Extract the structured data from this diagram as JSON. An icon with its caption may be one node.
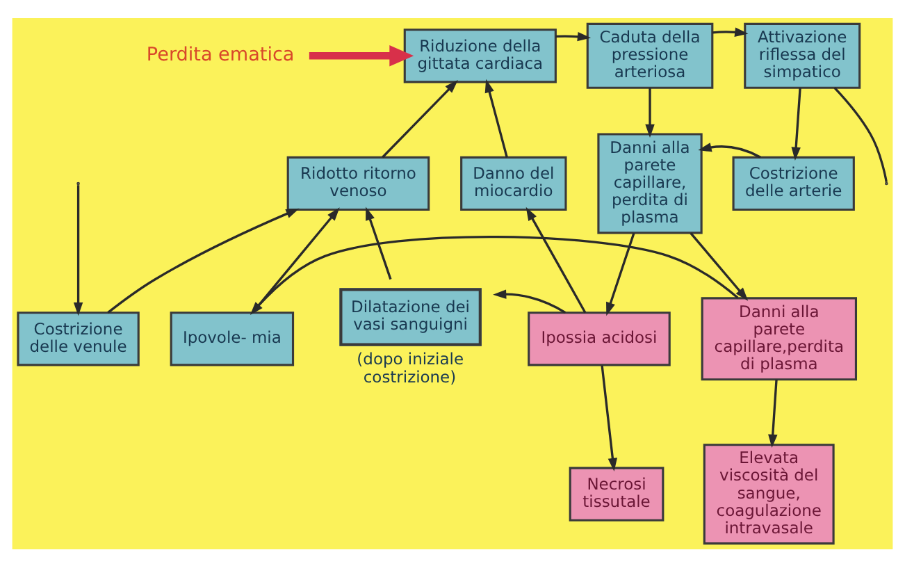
{
  "diagram": {
    "nodes": [
      {
        "text": [
          "Perdita ematica"
        ]
      },
      {
        "text": [
          "Riduzione della gittata cardiaca"
        ]
      },
      {
        "text": [
          "Caduta della pressione arteriosa"
        ]
      },
      {
        "text": [
          "Attivazione riflessa del simpatico"
        ]
      },
      {
        "text": [
          "Ridotto ritorno venoso"
        ]
      },
      {
        "text": [
          "Danno del miocardio"
        ]
      },
      {
        "text": [
          "Danni alla parete capillare, perdita di plasma"
        ]
      },
      {
        "text": [
          "Costrizione delle arterie"
        ]
      },
      {
        "text": [
          "Costrizione delle venule"
        ]
      },
      {
        "text": [
          "Ipovole- mia"
        ]
      },
      {
        "text": [
          "Dilatazione dei vasi sanguigni"
        ],
        "beside": [
          "(dopo iniziale costrizione)"
        ]
      },
      {
        "text": [
          "Ipossia acidosi"
        ]
      },
      {
        "text": [
          "Danni alla parete capillare,perdita di plasma"
        ]
      },
      {
        "text": [
          "Necrosi tissutale"
        ]
      },
      {
        "text": [
          "Elevata viscosità del sangue, coagulazione intravasale"
        ]
      }
    ],
    "edges": [
      {
        "from": 0,
        "to": 1,
        "arrow": "to",
        "style": "thick",
        "color": "#d8304a"
      },
      {
        "from": 1,
        "to": 2,
        "arrow": "to"
      },
      {
        "from": 2,
        "to": 3,
        "arrow": "to"
      },
      {
        "from": 3,
        "to": null,
        "arrow": "none"
      },
      {
        "from": 4,
        "to": 1,
        "arrow": "to"
      },
      {
        "from": 5,
        "to": 1,
        "arrow": "to"
      },
      {
        "from": 2,
        "to": 6,
        "arrow": "to"
      },
      {
        "from": 3,
        "to": 7,
        "arrow": "to"
      },
      {
        "from": 7,
        "to": 6,
        "arrow": "to"
      },
      {
        "from": 8,
        "to": 4,
        "arrow": "to"
      },
      {
        "from": 9,
        "to": 4,
        "arrow": "to"
      },
      {
        "from": 10,
        "to": 4,
        "arrow": "to"
      },
      {
        "from": 6,
        "to": 11,
        "arrow": "to"
      },
      {
        "from": 6,
        "to": 12,
        "arrow": "to"
      },
      {
        "from": 11,
        "to": 5,
        "arrow": "to"
      },
      {
        "from": 11,
        "to": 10,
        "arrow": "to"
      },
      {
        "from": 11,
        "to": 13,
        "arrow": "to"
      },
      {
        "from": 12,
        "to": 14,
        "arrow": "to"
      },
      {
        "from": 12,
        "to": 9,
        "arrow": "to"
      },
      {
        "from": null,
        "to": 8,
        "arrow": "to"
      }
    ]
  }
}
